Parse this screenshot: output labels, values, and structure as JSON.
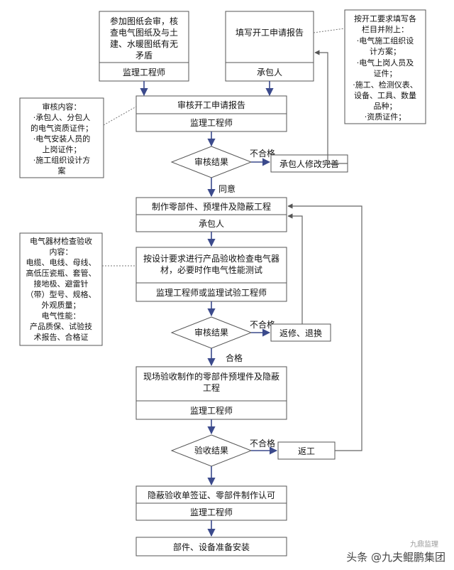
{
  "boxes": {
    "review_drawings": {
      "lines": [
        "参加图纸会审，核",
        "查电气图纸及与土",
        "建、水暖图纸有无",
        "矛盾"
      ],
      "role": "监理工程师"
    },
    "fill_application": {
      "lines": [
        "填写开工申请报告"
      ],
      "role": "承包人"
    },
    "review_application": {
      "lines": [
        "审核开工申请报告"
      ],
      "role": "监理工程师"
    },
    "make_parts": {
      "lines": [
        "制作零部件、预埋件及隐蔽工程"
      ],
      "role": "承包人"
    },
    "product_check": {
      "lines": [
        "按设计要求进行产品验收检查电气器",
        "材，必要时作电气性能测试"
      ],
      "role": "监理工程师或监理试验工程师"
    },
    "site_acceptance": {
      "lines": [
        "现场验收制作的零部件预埋件及隐蔽",
        "工程"
      ],
      "role": "监理工程师"
    },
    "sign_off": {
      "lines": [
        "隐蔽验收单签证、零部件制作认可"
      ],
      "role": "监理工程师"
    },
    "install": {
      "lines": [
        "部件、设备准备安装"
      ]
    },
    "contractor_fix": {
      "label": "承包人修改完善"
    },
    "repair": {
      "label": "返修、退换"
    },
    "rework": {
      "label": "返工"
    }
  },
  "notes": {
    "fill_requirements": {
      "lines": [
        "按开工要求填写各",
        "栏目并附上：",
        "·电气施工组织设",
        "计方案；",
        "·电气上岗人员及",
        "证件；",
        "·施工、检测仪表、",
        "设备、工具、数量",
        "品种；",
        "·资质证件；"
      ]
    },
    "review_content": {
      "lines": [
        "审核内容：",
        "·承包人、分包人",
        "的电气资质证件；",
        "·电气安装人员的",
        "上岗证件；",
        "·施工组织设计方",
        "案"
      ]
    },
    "material_check": {
      "lines": [
        "电气器材检查验收",
        "内容：",
        "电缆、电线、母线、",
        "高低压瓷瓶、套管、",
        "接地极、避雷针",
        "（带）型号、规格、",
        "外观质量；",
        "电气性能：",
        "产品质保、试验技",
        "术报告、合格证"
      ]
    }
  },
  "decisions": {
    "d1": {
      "label": "审核结果",
      "no": "不合格",
      "yes": "同意"
    },
    "d2": {
      "label": "审核结果",
      "no": "不合格",
      "yes": "合格"
    },
    "d3": {
      "label": "验收结果",
      "no": "不合格"
    }
  },
  "watermark": {
    "main": "头条 @九夫鲲鹏集团",
    "sub": "九鼎监理"
  }
}
